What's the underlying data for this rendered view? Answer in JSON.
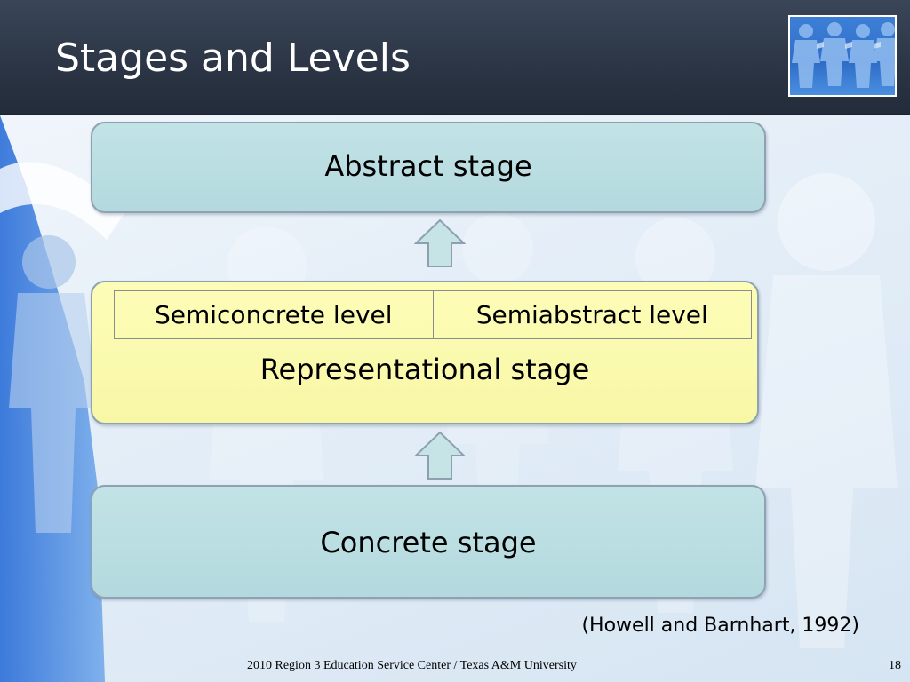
{
  "slide": {
    "title": "Stages and Levels",
    "colors": {
      "header": "#2c3646",
      "teal_box": "#b8dde1",
      "yellow_box": "#fbfaae",
      "arrow_fill": "#c6e4e6",
      "border": "#8ea2b3"
    }
  },
  "diagram": {
    "abstract_stage": "Abstract stage",
    "representational_stage": {
      "label": "Representational stage",
      "levels": [
        "Semiconcrete level",
        "Semiabstract level"
      ]
    },
    "concrete_stage": "Concrete stage",
    "arrows": [
      "up-arrow-icon",
      "up-arrow-icon"
    ]
  },
  "citation": "(Howell and Barnhart, 1992)",
  "footer": {
    "text": "2010 Region 3 Education Service Center / Texas A&M University",
    "page_number": "18"
  }
}
